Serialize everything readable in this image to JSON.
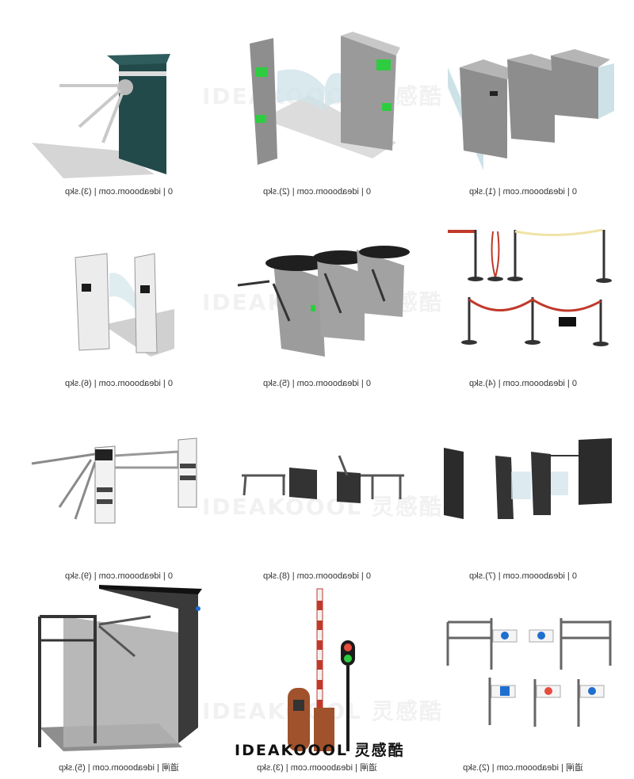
{
  "items": [
    {
      "caption": "0 | ideabooom.com | (3).skp"
    },
    {
      "caption": "0 | ideabooom.com | (2).skp"
    },
    {
      "caption": "0 | ideabooom.com | (1).skp"
    },
    {
      "caption": "0 | ideabooom.com | (6).skp"
    },
    {
      "caption": "0 | ideabooom.com | (5).skp"
    },
    {
      "caption": "0 | ideabooom.com | (4).skp"
    },
    {
      "caption": "0 | ideabooom.com | (9).skp"
    },
    {
      "caption": "0 | ideabooom.com | (8).skp"
    },
    {
      "caption": "0 | ideabooom.com | (7).skp"
    },
    {
      "caption": "道闸 | ideabooom.com | (5).skp"
    },
    {
      "caption": "道闸 | ideabooom.com | (3).skp"
    },
    {
      "caption": "道闸 | ideabooom.com | (2).skp"
    }
  ],
  "watermarks": [
    "IDEAKOOOL 灵感酷",
    "IDEAKOOOL 灵感酷",
    "IDEAKOOOL 灵感酷",
    "IDEAKOOOL 灵感酷"
  ],
  "logo": "IDEAKOOOL 灵感酷",
  "colors": {
    "caption_text": "#333333",
    "steel": "#8a8a8a",
    "dark": "#2b2b2b",
    "teal": "#234a4a",
    "red": "#c0392b",
    "green": "#2ecc40",
    "blue": "#1e6fd0"
  }
}
